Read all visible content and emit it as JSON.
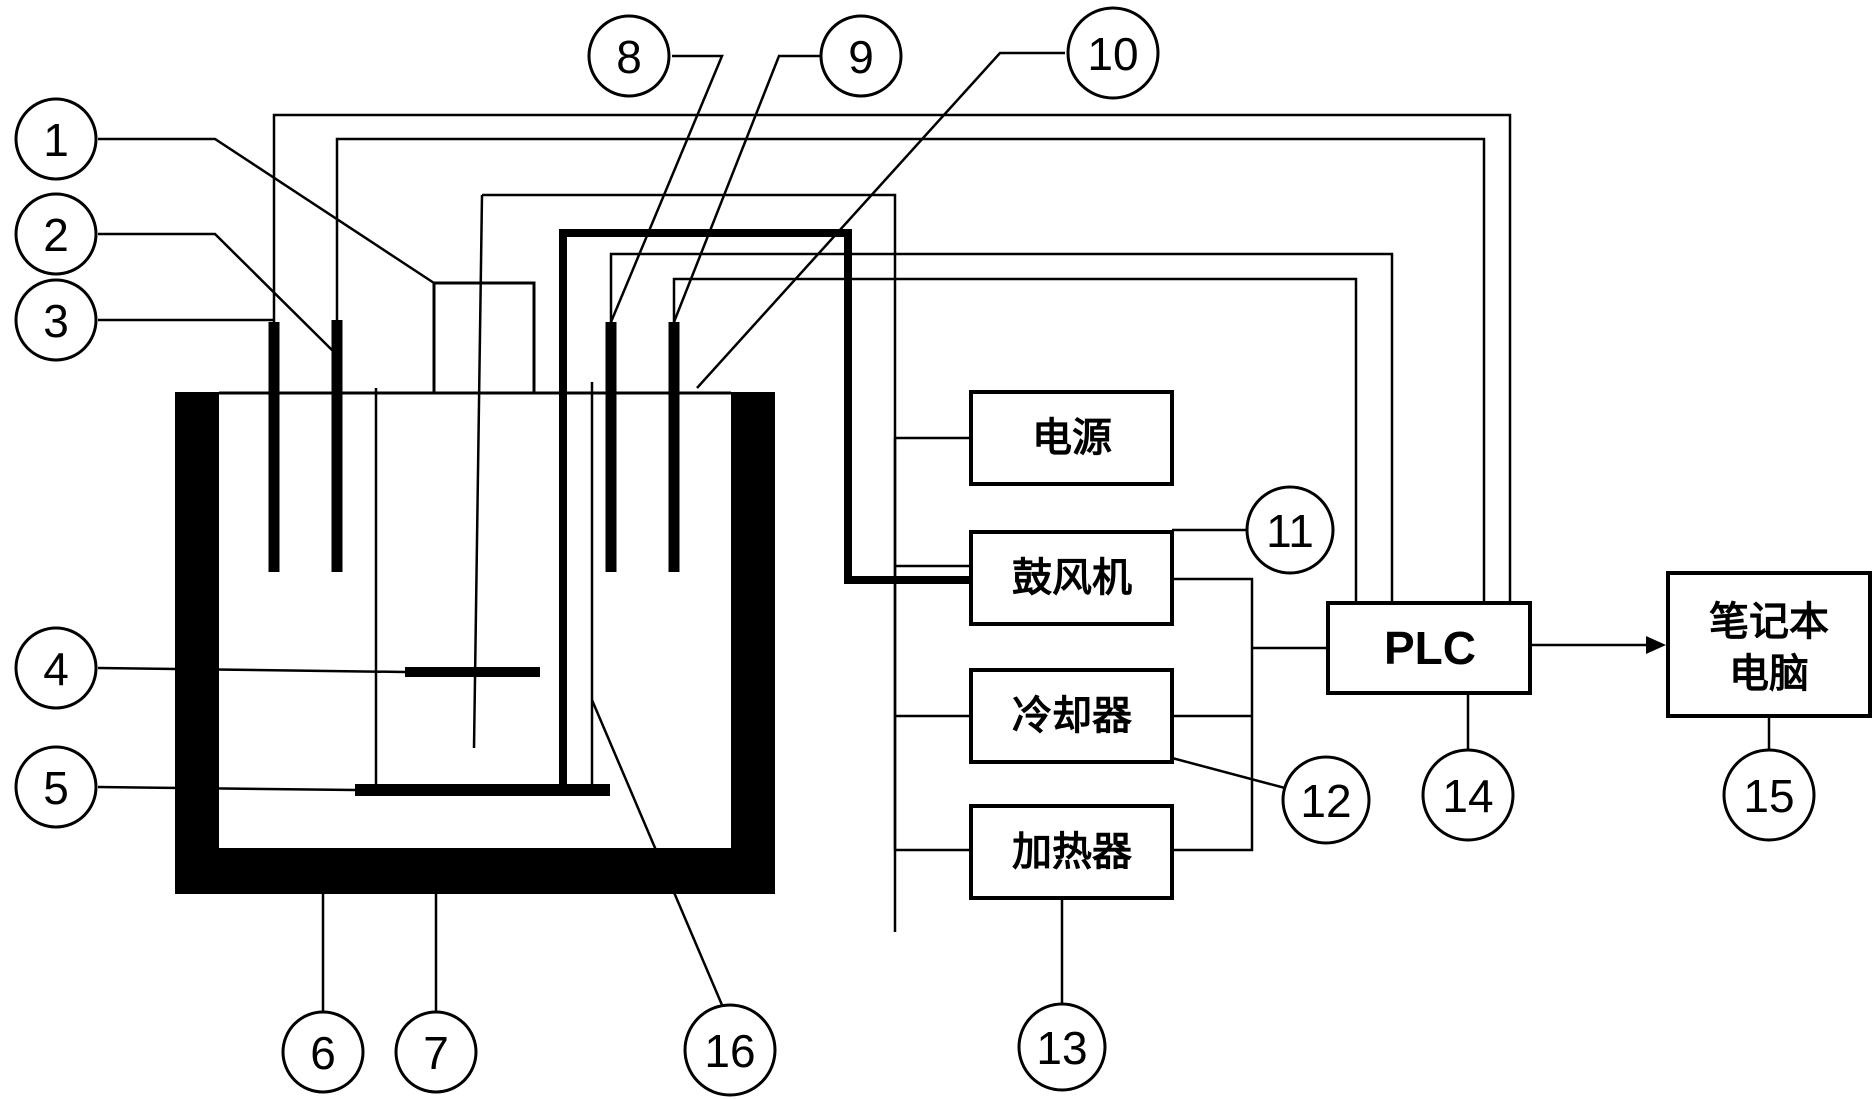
{
  "blocks": {
    "power": "电源",
    "blower": "鼓风机",
    "cooler": "冷却器",
    "heater": "加热器",
    "plc": "PLC",
    "laptop_line1": "笔记本",
    "laptop_line2": "电脑"
  },
  "callouts": [
    "1",
    "2",
    "3",
    "4",
    "5",
    "6",
    "7",
    "8",
    "9",
    "10",
    "11",
    "12",
    "13",
    "14",
    "15",
    "16"
  ]
}
